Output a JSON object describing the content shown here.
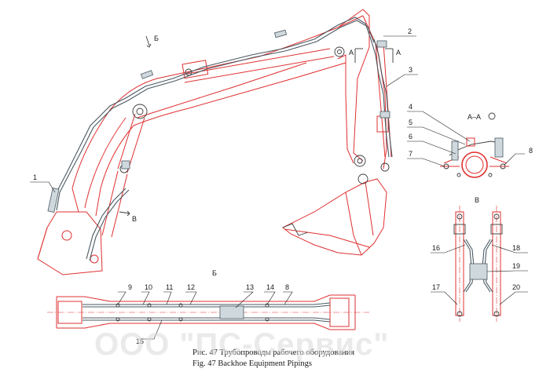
{
  "callouts": {
    "c1": "1",
    "c2": "2",
    "c3": "3",
    "c4": "4",
    "c5": "5",
    "c6": "6",
    "c7": "7",
    "c8": "8",
    "c9": "9",
    "c10": "10",
    "c11": "11",
    "c12": "12",
    "c13": "13",
    "c14": "14",
    "c8b": "8",
    "c15": "15",
    "c16": "16",
    "c17": "17",
    "c18": "18",
    "c19": "19",
    "c20": "20"
  },
  "view_marks": {
    "b_top": "Б",
    "a_left": "A",
    "a_right": "A",
    "b_arrow": "B",
    "section_aa": "А–А",
    "view_v": "В",
    "view_b": "Б"
  },
  "caption": {
    "ru": "Рис. 47   Трубопроводы рабочего оборудования",
    "en": "Fig. 47   Backhoe Equipment Pipings"
  },
  "watermark": "ООО \"ПС-Сервис\"",
  "colors": {
    "outline": "#e03030",
    "pipe": "#4a5a63",
    "pipe_fill": "#cfd8dc"
  }
}
